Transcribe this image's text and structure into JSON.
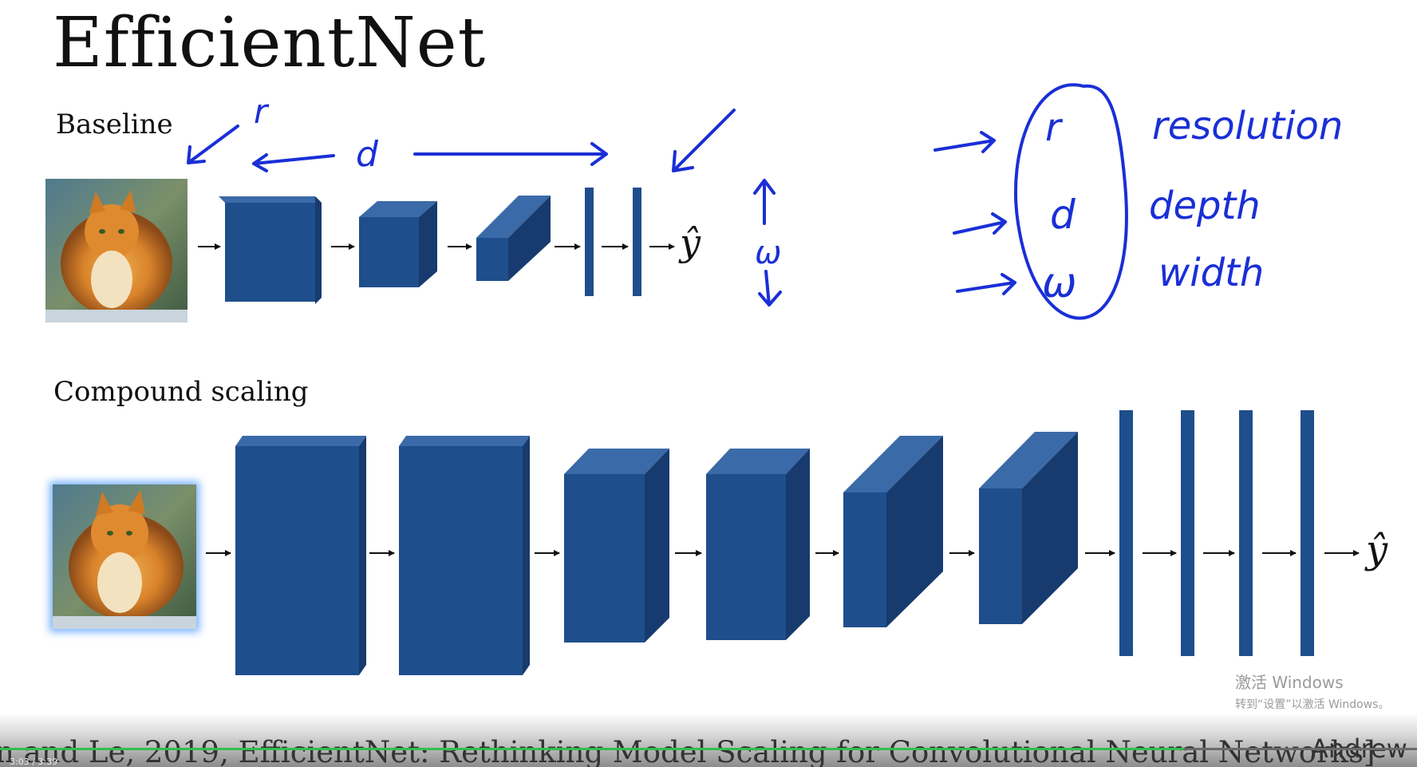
{
  "title": "EfficientNet",
  "baseline_label": "Baseline",
  "compound_label": "Compound scaling",
  "output_symbol": "ŷ",
  "annotations": {
    "r": "r",
    "d": "d",
    "w": "ω",
    "list": [
      {
        "symbol": "r",
        "word": "resolution"
      },
      {
        "symbol": "d",
        "word": "depth"
      },
      {
        "symbol": "ω",
        "word": "width"
      }
    ]
  },
  "colors": {
    "block_front": "#1f4e8c",
    "block_top": "#3b6aa8",
    "block_side": "#173b6e",
    "ink": "#1a2fd6"
  },
  "watermark": {
    "line1": "激活 Windows",
    "line2": "转到“设置”以激活 Windows。"
  },
  "citation": "n and Le, 2019, EfficientNet: Rethinking Model Scaling for Convolutional Neural Networks]",
  "author": "Andrew",
  "player": {
    "time": "3:03 / 3:39",
    "progress": 0.835
  }
}
